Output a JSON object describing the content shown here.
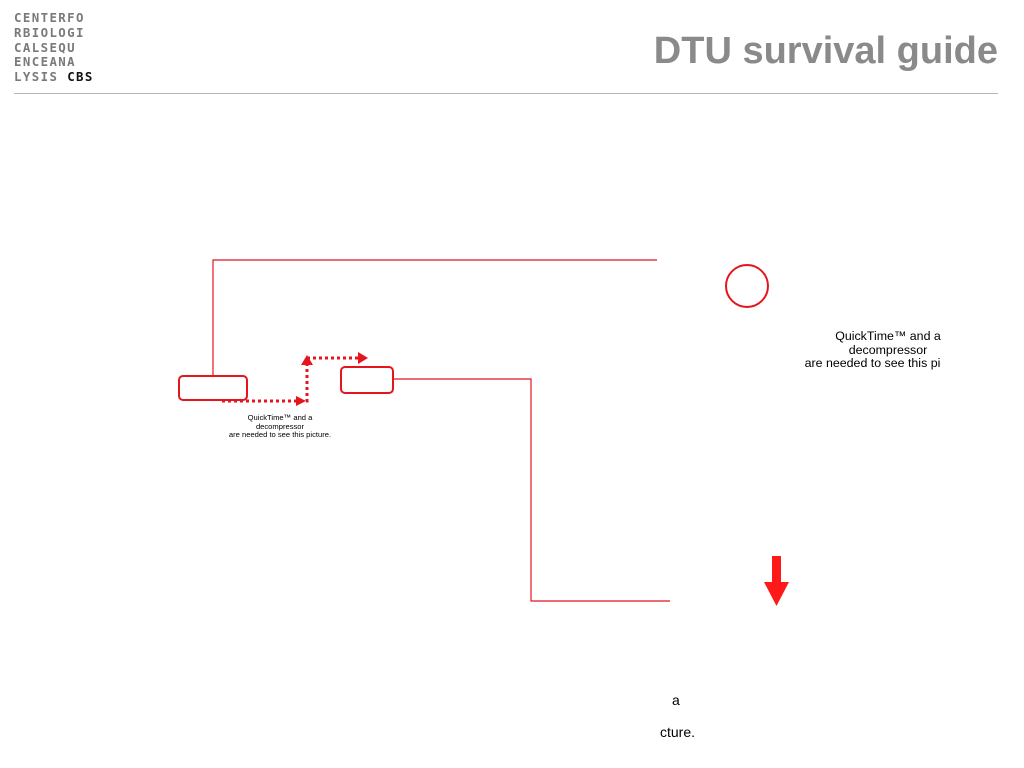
{
  "header": {
    "logo_lines": [
      "CENTERFO",
      "RBIOLOGI",
      "CALSEQU",
      "ENCEANA",
      "LYSIS"
    ],
    "logo_bold": "CBS",
    "title": "DTU survival guide"
  },
  "placeholders": {
    "small_note": [
      "QuickTime™ and a",
      "decompressor",
      "are needed to see this picture."
    ],
    "large_note": [
      "QuickTime™ and a",
      "decompressor",
      "are needed to see this picture."
    ],
    "cut_fragment_1": "a",
    "cut_fragment_2": "cture."
  },
  "colors": {
    "accent_red": "#e4151c",
    "logo_gray": "#7a7a7a",
    "title_gray": "#8a8a8a",
    "rule_gray": "#b5b5b5"
  }
}
